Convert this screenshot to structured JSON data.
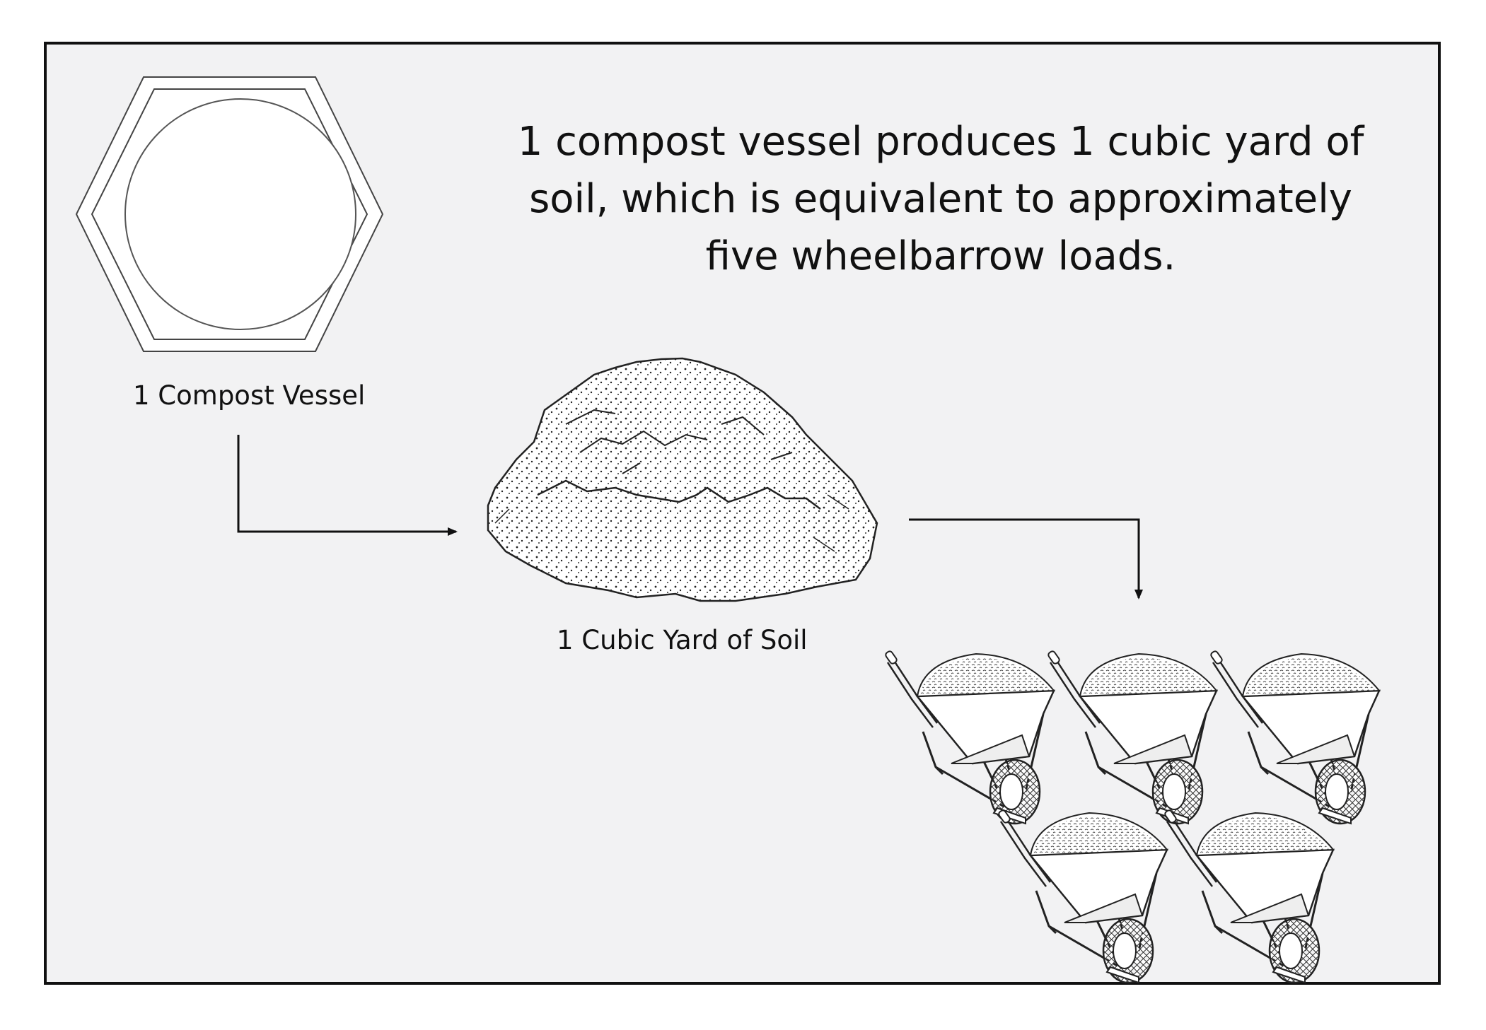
{
  "title": "1 compost vessel produces 1 cubic yard of soil, which is equivalent to approximately five wheelbarrow loads.",
  "nodes": {
    "vessel": {
      "label": "1 Compost Vessel",
      "icon": "compost-vessel-icon"
    },
    "soil": {
      "label": "1 Cubic Yard of Soil",
      "icon": "soil-pile-icon"
    },
    "wheelbarrows": {
      "count": 5,
      "icon": "wheelbarrow-icon"
    }
  },
  "colors": {
    "background": "#f2f2f3",
    "ink": "#111111",
    "border": "#111111"
  }
}
